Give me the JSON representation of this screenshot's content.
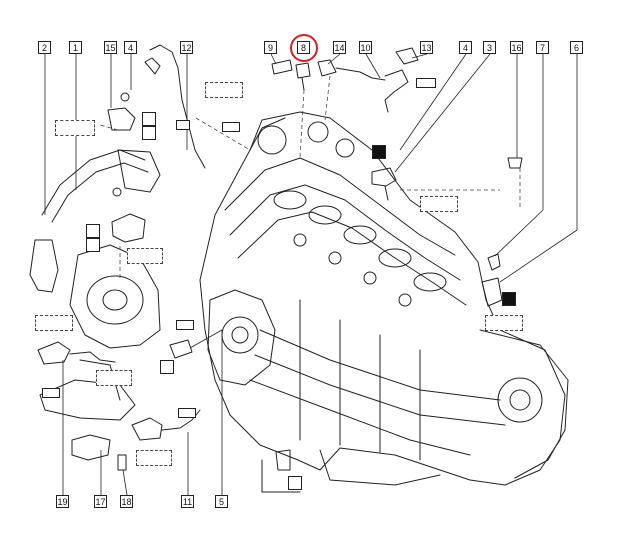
{
  "callouts": [
    "2",
    "1",
    "15",
    "4",
    "12",
    "9",
    "8",
    "14",
    "10",
    "13",
    "4",
    "3",
    "16",
    "7",
    "6",
    "19",
    "17",
    "18",
    "11",
    "5"
  ],
  "highlighted_callout": "8",
  "colors": {
    "highlight": "#d42020",
    "line": "#222222",
    "background": "#ffffff"
  },
  "icons": [
    "torque-icon",
    "tool-icon",
    "reference-icon"
  ]
}
